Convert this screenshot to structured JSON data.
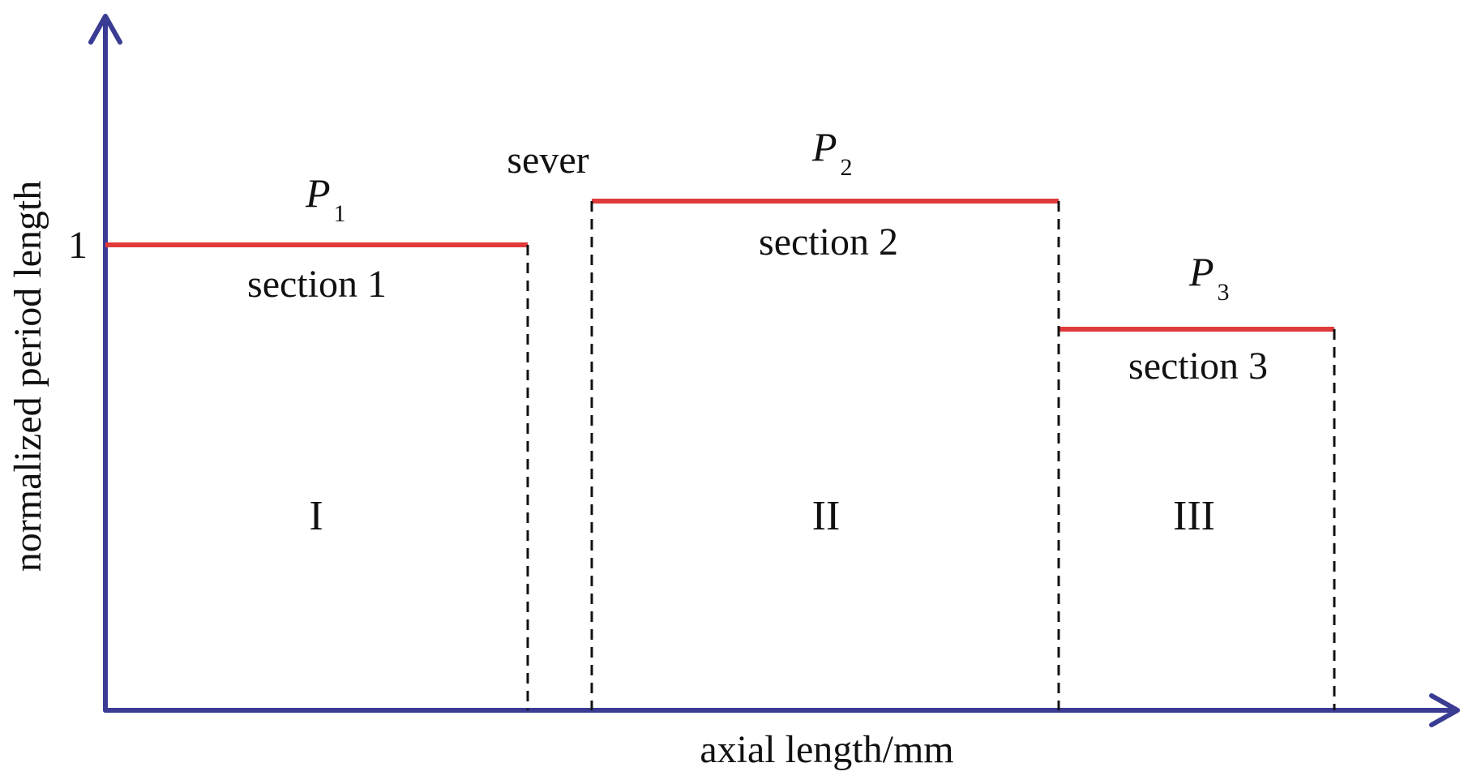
{
  "diagram": {
    "axes": {
      "y_label": "normalized period length",
      "x_label": "axial length/mm",
      "y_tick": "1",
      "color": "#3a3c94"
    },
    "gap_label": "sever",
    "sections": [
      {
        "period_symbol": "P",
        "period_sub": "1",
        "name": "section 1",
        "roman": "I"
      },
      {
        "period_symbol": "P",
        "period_sub": "2",
        "name": "section 2",
        "roman": "II"
      },
      {
        "period_symbol": "P",
        "period_sub": "3",
        "name": "section 3",
        "roman": "III"
      }
    ],
    "colors": {
      "period_line": "#e03a3a",
      "boundary": "#111111",
      "text": "#111111"
    }
  }
}
